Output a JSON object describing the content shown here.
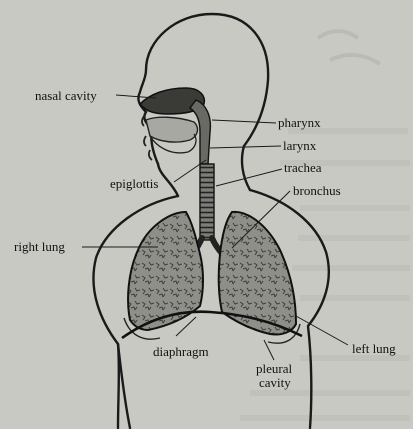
{
  "diagram": {
    "labels": {
      "nasal_cavity": "nasal cavity",
      "pharynx": "pharynx",
      "larynx": "larynx",
      "epiglottis": "epiglottis",
      "trachea": "trachea",
      "bronchus": "bronchus",
      "right_lung": "right lung",
      "diaphragm": "diaphragm",
      "pleural_cavity_line1": "pleural",
      "pleural_cavity_line2": "cavity",
      "left_lung": "left lung"
    }
  }
}
